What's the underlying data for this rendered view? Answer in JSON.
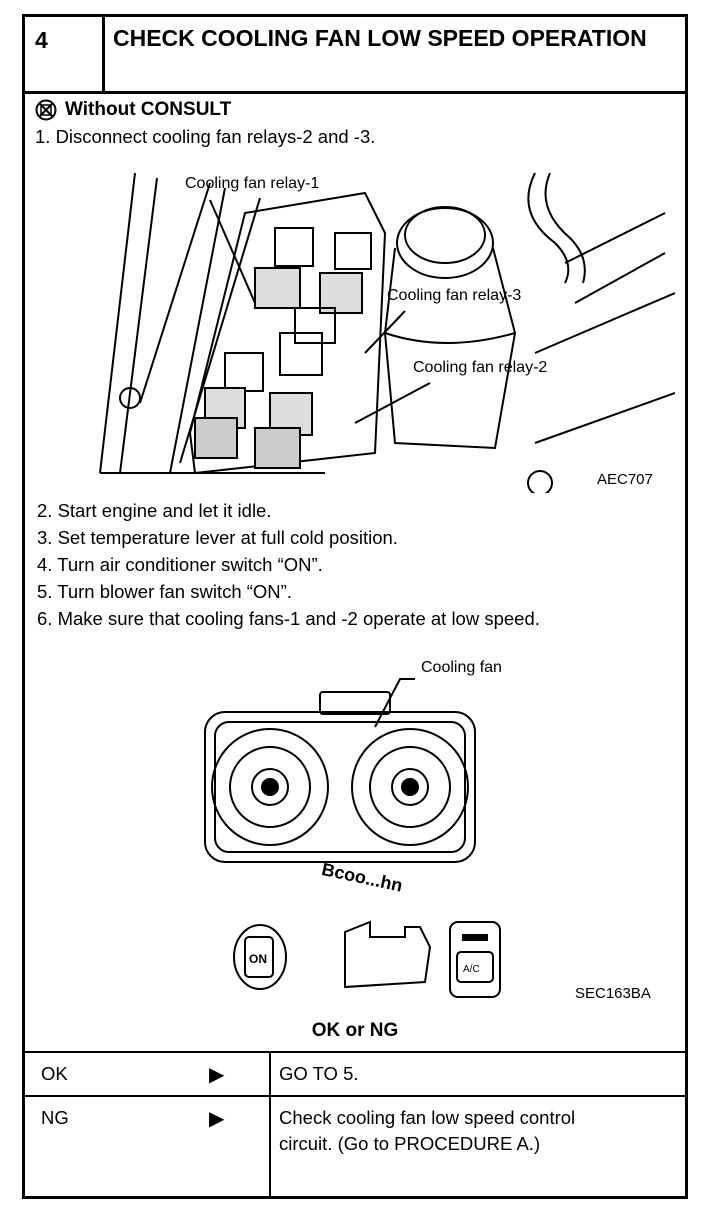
{
  "header": {
    "step_number": "4",
    "title": "CHECK COOLING FAN LOW SPEED OPERATION"
  },
  "subheading": {
    "icon": "no-consult-icon",
    "label": "Without CONSULT"
  },
  "steps": [
    "1.  Disconnect cooling fan relays-2 and -3.",
    "2.  Start engine and let it idle.",
    "3.  Set temperature lever at full cold position.",
    "4.  Turn air conditioner switch “ON”.",
    "5.  Turn blower fan switch “ON”.",
    "6.  Make sure that cooling fans-1 and -2 operate at low speed."
  ],
  "figure1": {
    "labels": [
      "Cooling fan relay-1",
      "Cooling fan relay-3",
      "Cooling fan relay-2"
    ],
    "code": "AEC707"
  },
  "figure2": {
    "label": "Cooling fan",
    "watermark": "Bcoo...hn",
    "switch_label": "ON",
    "ac_label": "A/C",
    "code": "SEC163BA"
  },
  "result": {
    "heading": "OK or NG",
    "rows": [
      {
        "status": "OK",
        "action": "GO TO 5."
      },
      {
        "status": "NG",
        "action_line1": "Check cooling fan low speed control",
        "action_line2": "circuit. (Go to PROCEDURE A.)"
      }
    ]
  }
}
